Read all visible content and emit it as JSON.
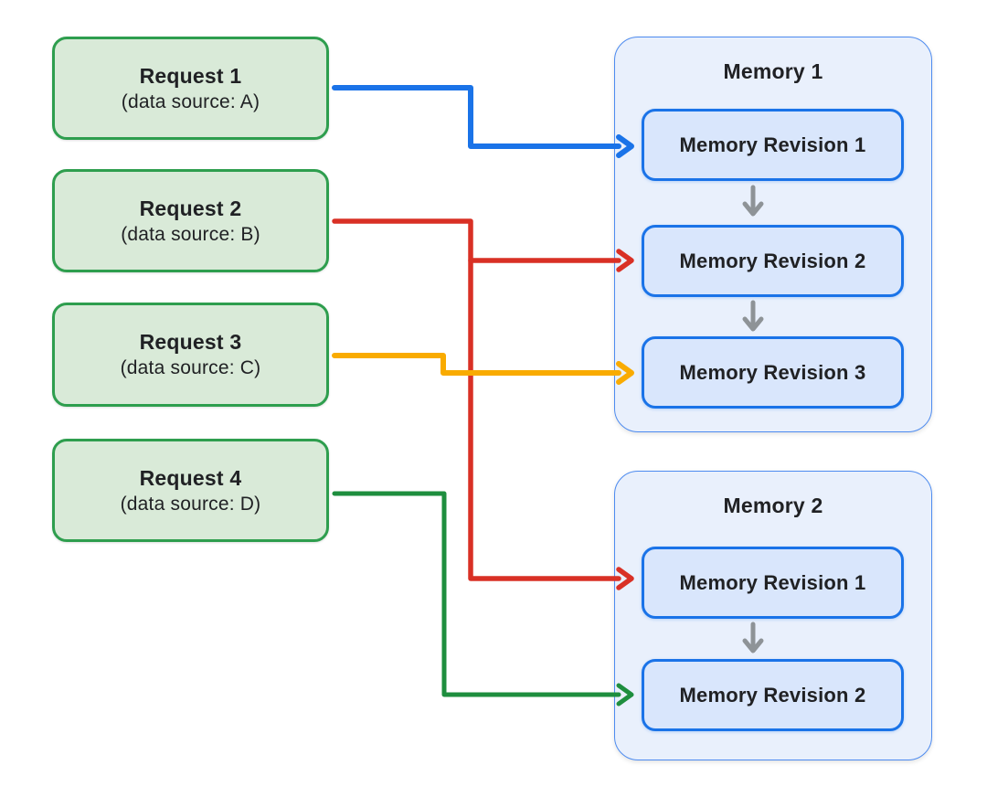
{
  "diagram": {
    "requests": [
      {
        "title": "Request 1",
        "subtitle": "(data source: A)"
      },
      {
        "title": "Request 2",
        "subtitle": "(data source: B)"
      },
      {
        "title": "Request 3",
        "subtitle": "(data source: C)"
      },
      {
        "title": "Request 4",
        "subtitle": "(data source: D)"
      }
    ],
    "memories": [
      {
        "title": "Memory 1",
        "revisions": [
          "Memory Revision 1",
          "Memory Revision 2",
          "Memory Revision 3"
        ]
      },
      {
        "title": "Memory 2",
        "revisions": [
          "Memory Revision 1",
          "Memory Revision 2"
        ]
      }
    ],
    "connections": [
      {
        "from": "Request 1 (data source: A)",
        "to": "Memory 1 / Memory Revision 1",
        "color": "#1A73E8"
      },
      {
        "from": "Request 2 (data source: B)",
        "to": "Memory 1 / Memory Revision 2",
        "color": "#D93025"
      },
      {
        "from": "Request 2 (data source: B)",
        "to": "Memory 2 / Memory Revision 1",
        "color": "#D93025"
      },
      {
        "from": "Request 3 (data source: C)",
        "to": "Memory 1 / Memory Revision 3",
        "color": "#F9AB00"
      },
      {
        "from": "Request 4 (data source: D)",
        "to": "Memory 2 / Memory Revision 2",
        "color": "#1E8E3E"
      }
    ],
    "colors": {
      "request_fill": "#D9EAD8",
      "request_border": "#2E9E4E",
      "memory_fill": "#E9F0FC",
      "memory_border": "#4D8BF0",
      "revision_fill": "#D9E6FC",
      "revision_border": "#1A73E8",
      "arrow_blue": "#1A73E8",
      "arrow_red": "#D93025",
      "arrow_orange": "#F9AB00",
      "arrow_green": "#1E8E3E",
      "arrow_gray": "#8E9397",
      "text": "#202124",
      "background": "#FFFFFF"
    }
  }
}
